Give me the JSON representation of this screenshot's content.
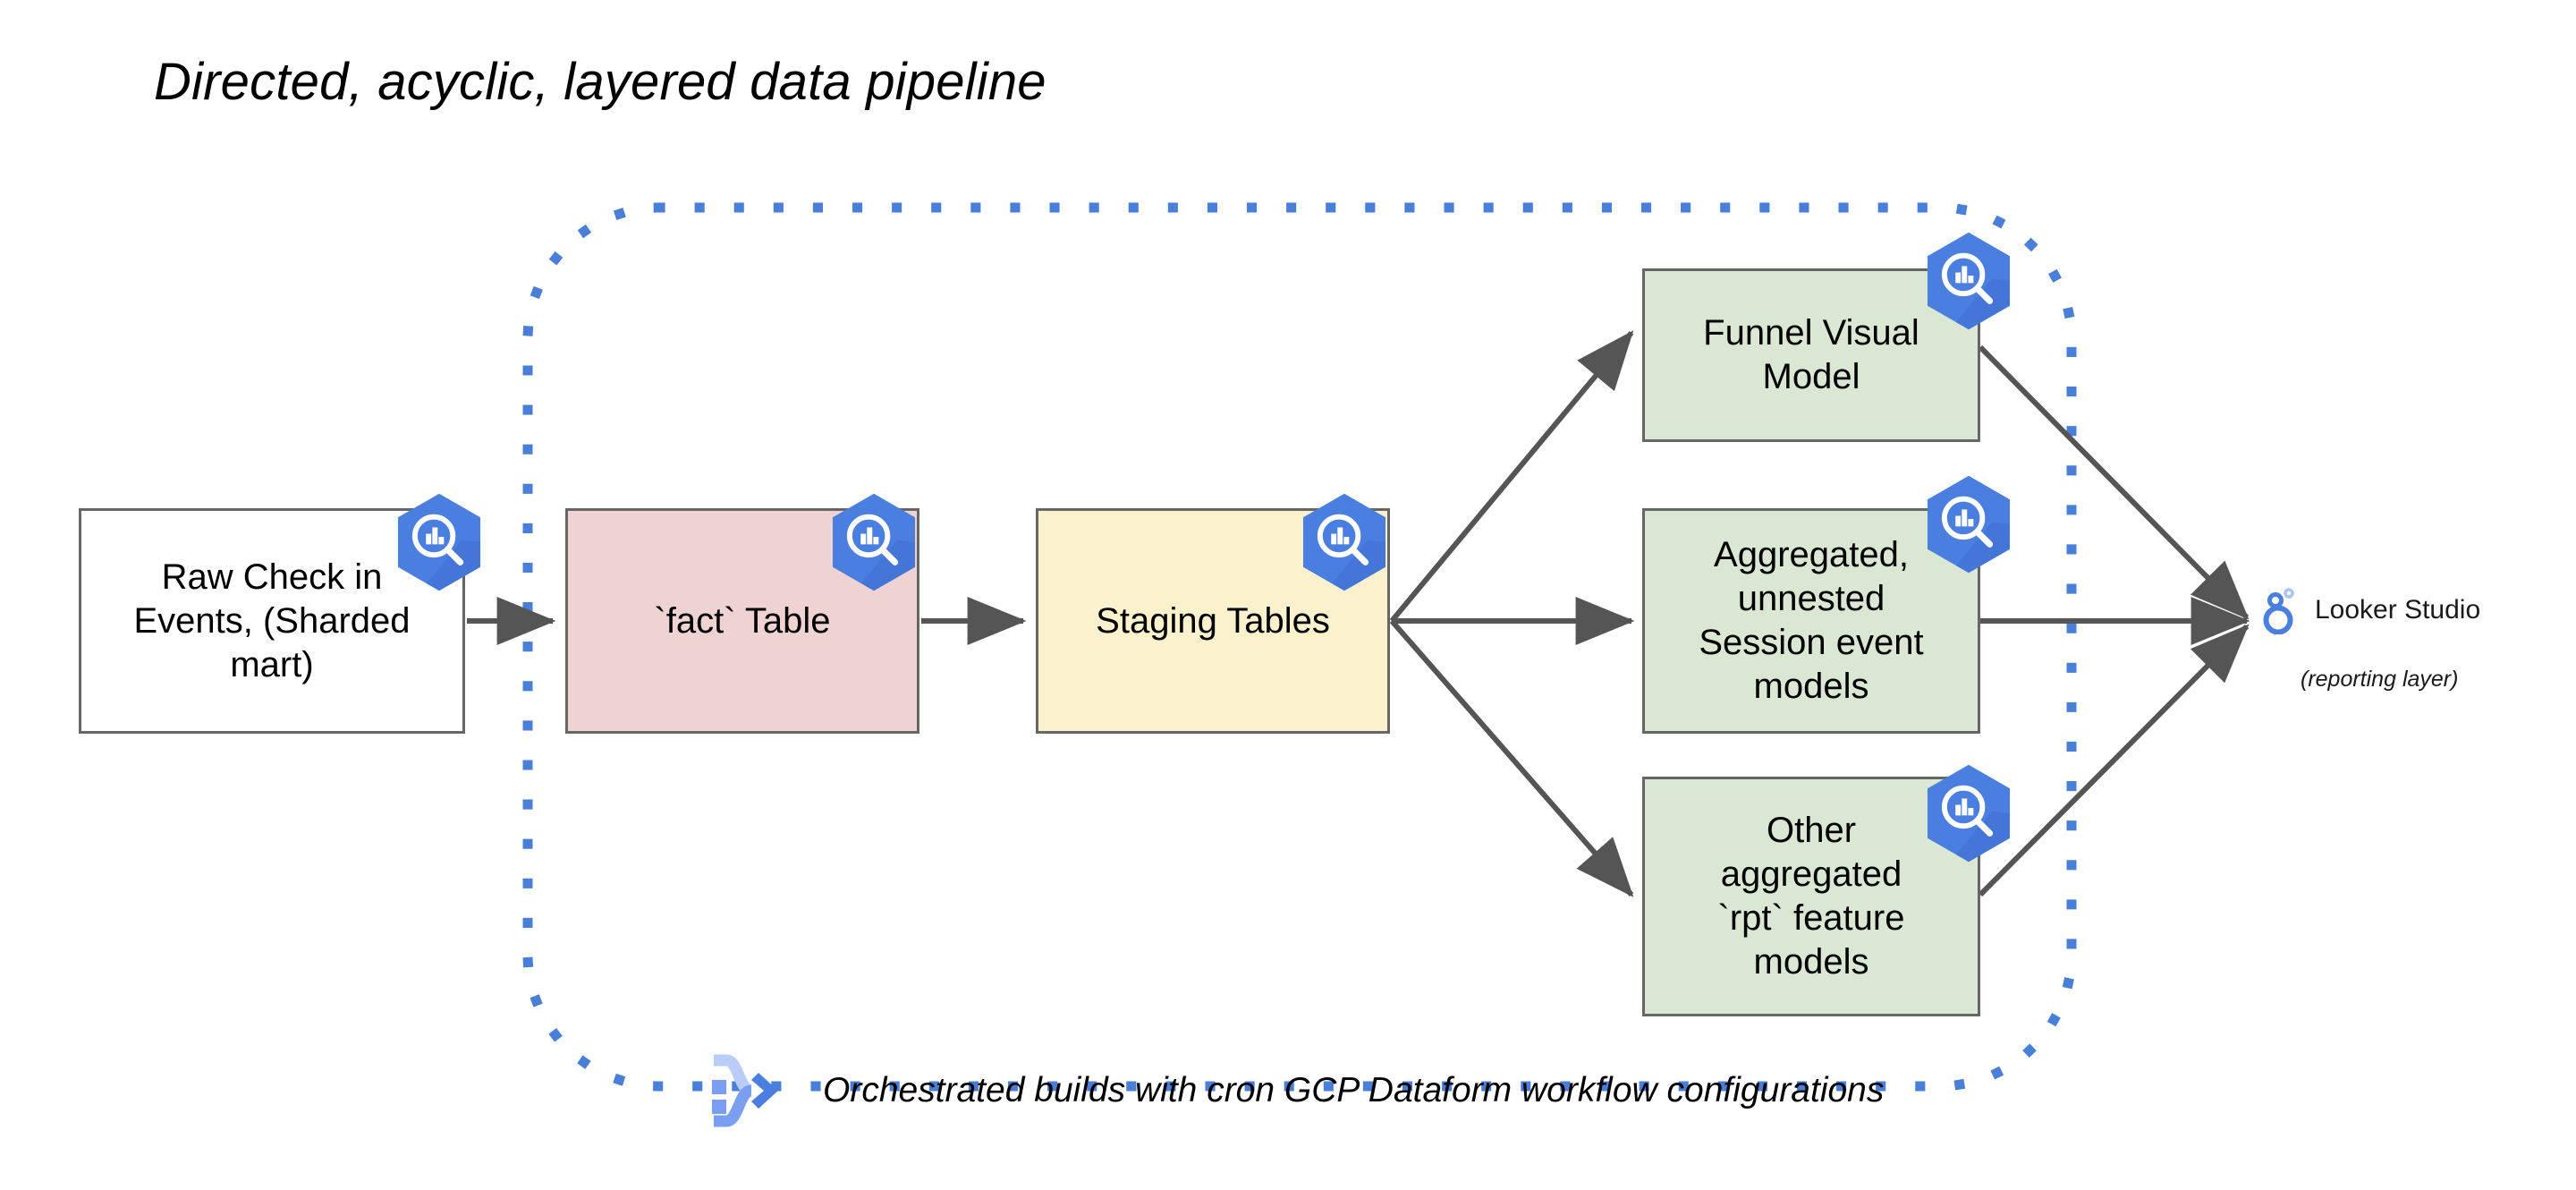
{
  "title": "Directed, acyclic, layered data pipeline",
  "colors": {
    "node_border": "#666666",
    "raw_fill": "#ffffff",
    "fact_fill": "#eed3d2",
    "staging_fill": "#fbf1cd",
    "model_fill": "#d9e7d3",
    "edge": "#555555",
    "boundary_dots": "#4a7fd8",
    "bigquery_blue": "#4a7fe0",
    "looker_blue": "#4a7fe0",
    "dataform_blue": "#7a9ff0"
  },
  "nodes": [
    {
      "id": "raw",
      "label": "Raw Check in\nEvents, (Sharded\nmart)",
      "icon": "bigquery-icon"
    },
    {
      "id": "fact",
      "label": "`fact` Table",
      "icon": "bigquery-icon"
    },
    {
      "id": "staging",
      "label": "Staging Tables",
      "icon": "bigquery-icon"
    },
    {
      "id": "funnel",
      "label": "Funnel Visual\nModel",
      "icon": "bigquery-icon"
    },
    {
      "id": "session",
      "label": "Aggregated,\nunnested\nSession event\nmodels",
      "icon": "bigquery-icon"
    },
    {
      "id": "rpt",
      "label": "Other\naggregated\n`rpt` feature\nmodels",
      "icon": "bigquery-icon"
    }
  ],
  "edges": [
    {
      "from": "raw",
      "to": "fact"
    },
    {
      "from": "fact",
      "to": "staging"
    },
    {
      "from": "staging",
      "to": "funnel"
    },
    {
      "from": "staging",
      "to": "session"
    },
    {
      "from": "staging",
      "to": "rpt"
    },
    {
      "from": "funnel",
      "to": "looker"
    },
    {
      "from": "session",
      "to": "looker"
    },
    {
      "from": "rpt",
      "to": "looker"
    }
  ],
  "looker": {
    "label": "Looker Studio",
    "sublabel": "(reporting layer)",
    "icon": "looker-studio-icon"
  },
  "footer": {
    "label": "Orchestrated builds with cron GCP Dataform workflow configurations",
    "icon": "dataform-icon"
  },
  "boundary": {
    "style": "dotted rounded rectangle"
  }
}
